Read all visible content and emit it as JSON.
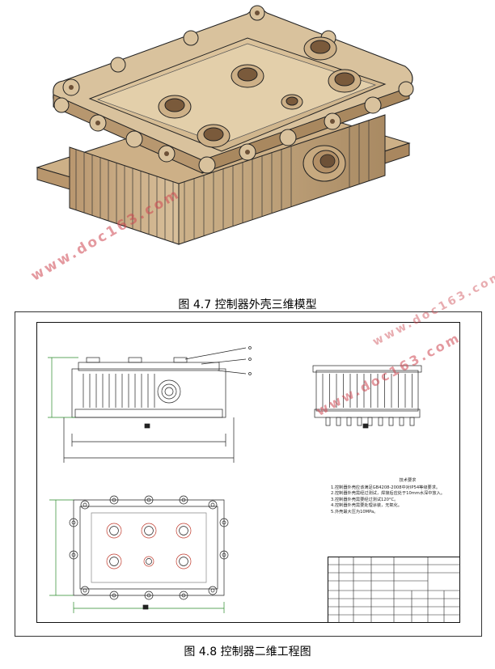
{
  "figure1": {
    "caption": "图 4.7  控制器外壳三维模型"
  },
  "figure2": {
    "caption": "图 4.8  控制器二维工程图",
    "tech_notes_title": "技术要求",
    "tech_notes": [
      "1.控制器外壳应该满足GB4208-2008中对IP54等级要求。",
      "2.控制器外壳需经过测试，焊接后应处于10mm水深中放入。",
      "3.控制器外壳需要经过测试120°C。",
      "4.控制器外壳需要处理涂装，无氧化。",
      "5.外壳最大压为10MPa。"
    ]
  },
  "watermark": "www.doc163.com",
  "colors": {
    "model_fill": "#d7bd94",
    "model_shadow": "#a48461",
    "watermark": "#cd4650"
  }
}
